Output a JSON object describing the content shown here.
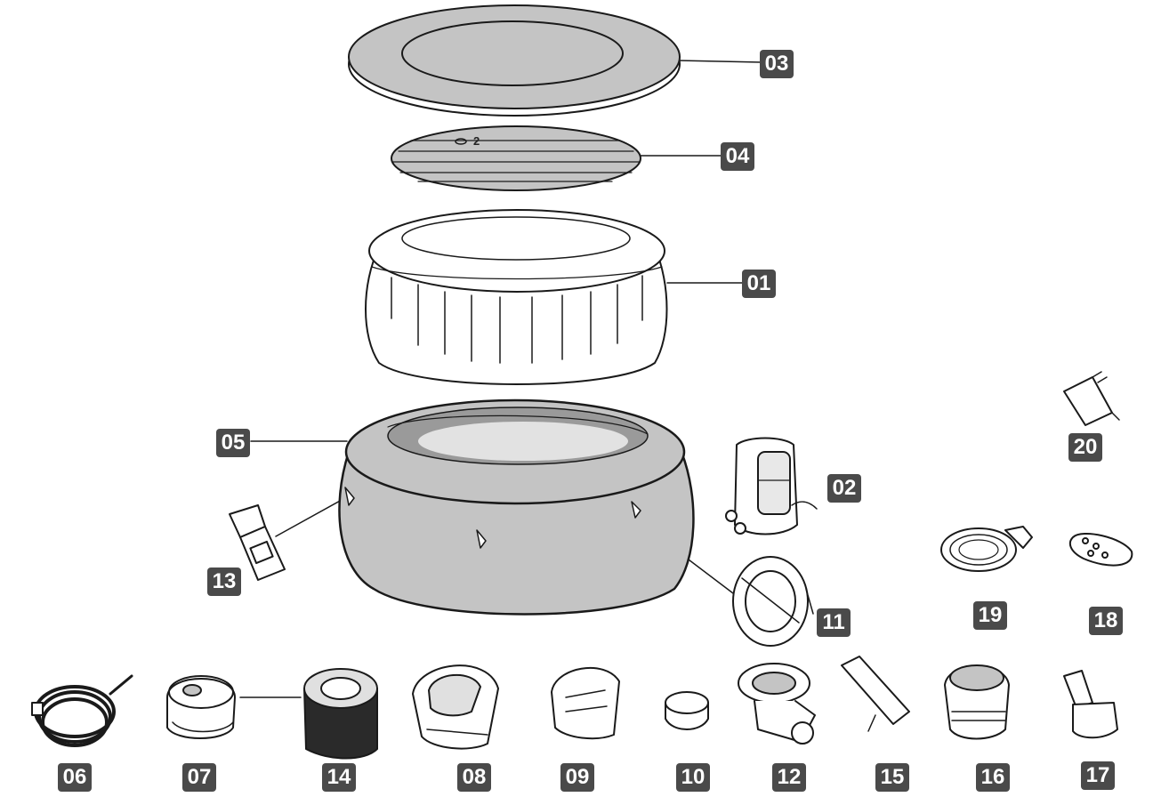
{
  "parts": [
    {
      "id": "p01",
      "label": "01"
    },
    {
      "id": "p02",
      "label": "02"
    },
    {
      "id": "p03",
      "label": "03"
    },
    {
      "id": "p04",
      "label": "04"
    },
    {
      "id": "p05",
      "label": "05"
    },
    {
      "id": "p06",
      "label": "06"
    },
    {
      "id": "p07",
      "label": "07"
    },
    {
      "id": "p08",
      "label": "08"
    },
    {
      "id": "p09",
      "label": "09"
    },
    {
      "id": "p10",
      "label": "10"
    },
    {
      "id": "p11",
      "label": "11"
    },
    {
      "id": "p12",
      "label": "12"
    },
    {
      "id": "p13",
      "label": "13"
    },
    {
      "id": "p14",
      "label": "14"
    },
    {
      "id": "p15",
      "label": "15"
    },
    {
      "id": "p16",
      "label": "16"
    },
    {
      "id": "p17",
      "label": "17"
    },
    {
      "id": "p18",
      "label": "18"
    },
    {
      "id": "p19",
      "label": "19"
    },
    {
      "id": "p20",
      "label": "20"
    }
  ],
  "cover_mark": "2",
  "colors": {
    "badge": "#4a4a4a",
    "badge_text": "#ffffff",
    "part_fill": "#c4c4c4",
    "outline": "#1a1a1a"
  }
}
